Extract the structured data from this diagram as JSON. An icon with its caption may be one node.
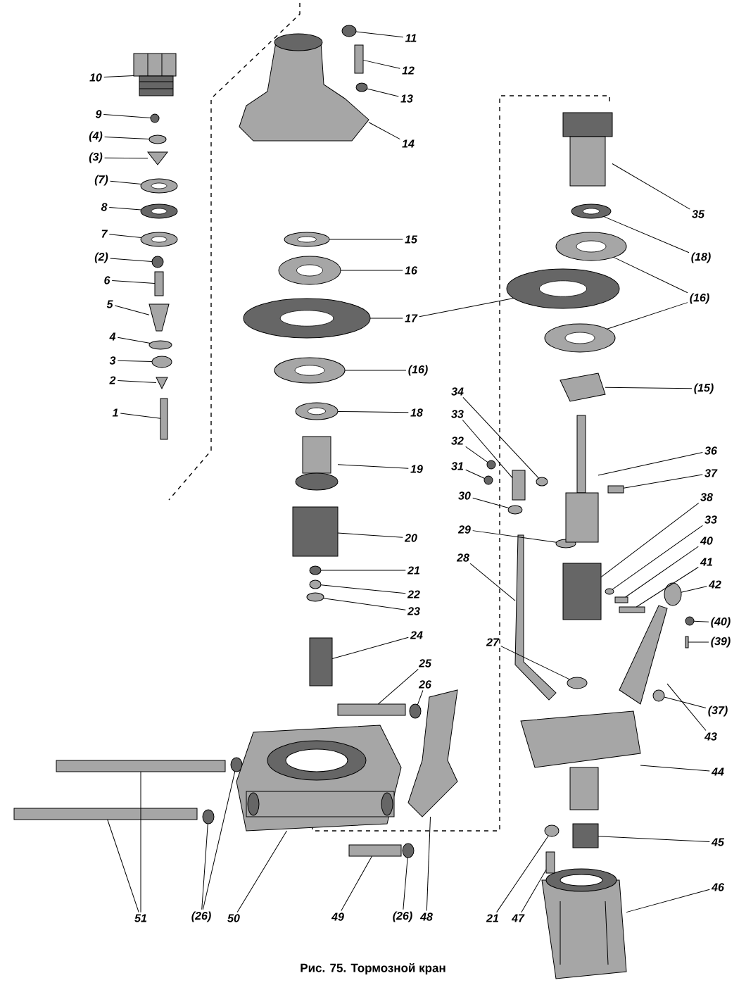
{
  "diagram": {
    "caption": "Рис. 75. Тормозной кран",
    "nodes": [
      {
        "text": [
          "10"
        ]
      },
      {
        "text": [
          "9"
        ]
      },
      {
        "text": [
          "(4)"
        ]
      },
      {
        "text": [
          "(3)"
        ]
      },
      {
        "text": [
          "(7)"
        ]
      },
      {
        "text": [
          "8"
        ]
      },
      {
        "text": [
          "7"
        ]
      },
      {
        "text": [
          "(2)"
        ]
      },
      {
        "text": [
          "6"
        ]
      },
      {
        "text": [
          "5"
        ]
      },
      {
        "text": [
          "4"
        ]
      },
      {
        "text": [
          "3"
        ]
      },
      {
        "text": [
          "2"
        ]
      },
      {
        "text": [
          "1"
        ]
      },
      {
        "text": [
          "11"
        ]
      },
      {
        "text": [
          "12"
        ]
      },
      {
        "text": [
          "13"
        ]
      },
      {
        "text": [
          "14"
        ]
      },
      {
        "text": [
          "15"
        ]
      },
      {
        "text": [
          "16"
        ]
      },
      {
        "text": [
          "17"
        ]
      },
      {
        "text": [
          "(16)"
        ]
      },
      {
        "text": [
          "18"
        ]
      },
      {
        "text": [
          "19"
        ]
      },
      {
        "text": [
          "20"
        ]
      },
      {
        "text": [
          "21"
        ]
      },
      {
        "text": [
          "22"
        ]
      },
      {
        "text": [
          "23"
        ]
      },
      {
        "text": [
          "24"
        ]
      },
      {
        "text": [
          "25"
        ]
      },
      {
        "text": [
          "26"
        ]
      },
      {
        "text": [
          "35"
        ]
      },
      {
        "text": [
          "(18)"
        ]
      },
      {
        "text": [
          "(16)"
        ]
      },
      {
        "text": [
          "(15)"
        ]
      },
      {
        "text": [
          "34"
        ]
      },
      {
        "text": [
          "33"
        ]
      },
      {
        "text": [
          "32"
        ]
      },
      {
        "text": [
          "31"
        ]
      },
      {
        "text": [
          "30"
        ]
      },
      {
        "text": [
          "29"
        ]
      },
      {
        "text": [
          "28"
        ]
      },
      {
        "text": [
          "36"
        ]
      },
      {
        "text": [
          "37"
        ]
      },
      {
        "text": [
          "38"
        ]
      },
      {
        "text": [
          "33"
        ]
      },
      {
        "text": [
          "40"
        ]
      },
      {
        "text": [
          "41"
        ]
      },
      {
        "text": [
          "42"
        ]
      },
      {
        "text": [
          "(40)"
        ]
      },
      {
        "text": [
          "(39)"
        ]
      },
      {
        "text": [
          "27"
        ]
      },
      {
        "text": [
          "(37)"
        ]
      },
      {
        "text": [
          "43"
        ]
      },
      {
        "text": [
          "44"
        ]
      },
      {
        "text": [
          "45"
        ]
      },
      {
        "text": [
          "46"
        ]
      },
      {
        "text": [
          "51"
        ]
      },
      {
        "text": [
          "(26)"
        ]
      },
      {
        "text": [
          "50"
        ]
      },
      {
        "text": [
          "49"
        ]
      },
      {
        "text": [
          "(26)"
        ]
      },
      {
        "text": [
          "48"
        ]
      },
      {
        "text": [
          "21"
        ]
      },
      {
        "text": [
          "47"
        ]
      },
      {
        "text": [],
        "shape": "picture"
      },
      {
        "text": [],
        "shape": "circle"
      },
      {
        "text": [],
        "shape": "circle"
      },
      {
        "text": [],
        "shape": "picture"
      },
      {
        "text": [],
        "shape": "circle"
      },
      {
        "text": [],
        "shape": "circle"
      },
      {
        "text": [],
        "shape": "circle"
      },
      {
        "text": [],
        "shape": "circle"
      },
      {
        "text": [],
        "shape": "box"
      },
      {
        "text": [],
        "shape": "picture"
      },
      {
        "text": [],
        "shape": "circle"
      },
      {
        "text": [],
        "shape": "circle"
      },
      {
        "text": [],
        "shape": "picture"
      },
      {
        "text": [],
        "shape": "box"
      },
      {
        "text": [],
        "shape": "circle"
      },
      {
        "text": [],
        "shape": "box"
      },
      {
        "text": [],
        "shape": "circle"
      },
      {
        "text": [],
        "shape": "picture"
      },
      {
        "text": [],
        "shape": "circle"
      },
      {
        "text": [],
        "shape": "circle"
      },
      {
        "text": [],
        "shape": "circle"
      },
      {
        "text": [],
        "shape": "circle"
      },
      {
        "text": [],
        "shape": "circle"
      },
      {
        "text": [],
        "shape": "circle"
      },
      {
        "text": [],
        "shape": "picture"
      },
      {
        "text": [],
        "shape": "box"
      },
      {
        "text": [],
        "shape": "circle"
      },
      {
        "text": [],
        "shape": "circle"
      },
      {
        "text": [],
        "shape": "circle"
      },
      {
        "text": [],
        "shape": "box"
      },
      {
        "text": [],
        "shape": "box"
      },
      {
        "text": [],
        "shape": "circle"
      },
      {
        "text": [],
        "shape": "picture"
      },
      {
        "text": [],
        "shape": "circle"
      },
      {
        "text": [],
        "shape": "circle"
      },
      {
        "text": [],
        "shape": "circle"
      },
      {
        "text": [],
        "shape": "picture"
      },
      {
        "text": [],
        "shape": "circle"
      },
      {
        "text": [],
        "shape": "box"
      },
      {
        "text": [],
        "shape": "circle"
      },
      {
        "text": [],
        "shape": "circle"
      },
      {
        "text": [],
        "shape": "circle"
      },
      {
        "text": [],
        "shape": "circle"
      },
      {
        "text": [],
        "shape": "picture"
      },
      {
        "text": [],
        "shape": "picture"
      },
      {
        "text": [],
        "shape": "box"
      },
      {
        "text": [],
        "shape": "box"
      },
      {
        "text": [],
        "shape": "circle"
      },
      {
        "text": [],
        "shape": "box"
      },
      {
        "text": [],
        "shape": "box"
      },
      {
        "text": [],
        "shape": "circle"
      },
      {
        "text": [],
        "shape": "circle"
      },
      {
        "text": [],
        "shape": "box"
      },
      {
        "text": [],
        "shape": "circle"
      },
      {
        "text": [],
        "shape": "circle"
      },
      {
        "text": [],
        "shape": "picture"
      },
      {
        "text": [],
        "shape": "picture"
      },
      {
        "text": [],
        "shape": "box"
      },
      {
        "text": [],
        "shape": "picture"
      },
      {
        "text": [],
        "shape": "box"
      },
      {
        "text": [],
        "shape": "box"
      },
      {
        "text": [],
        "shape": "circle"
      },
      {
        "text": [],
        "shape": "circle"
      },
      {
        "text": [],
        "shape": "picture"
      },
      {
        "text": [],
        "shape": "box"
      },
      {
        "text": [],
        "shape": "circle"
      },
      {
        "text": [],
        "shape": "picture"
      },
      {
        "text": [],
        "shape": "circle"
      },
      {
        "text": [],
        "shape": "box"
      }
    ],
    "edges": [
      {
        "from": 0,
        "to": 65,
        "arrow": "none"
      },
      {
        "from": 1,
        "to": 66,
        "arrow": "none"
      },
      {
        "from": 2,
        "to": 67,
        "arrow": "none"
      },
      {
        "from": 3,
        "to": 68,
        "arrow": "none"
      },
      {
        "from": 4,
        "to": 69,
        "arrow": "none"
      },
      {
        "from": 5,
        "to": 70,
        "arrow": "none"
      },
      {
        "from": 6,
        "to": 71,
        "arrow": "none"
      },
      {
        "from": 7,
        "to": 72,
        "arrow": "none"
      },
      {
        "from": 8,
        "to": 73,
        "arrow": "none"
      },
      {
        "from": 9,
        "to": 74,
        "arrow": "none"
      },
      {
        "from": 10,
        "to": 75,
        "arrow": "none"
      },
      {
        "from": 11,
        "to": 76,
        "arrow": "none"
      },
      {
        "from": 12,
        "to": 77,
        "arrow": "none"
      },
      {
        "from": 13,
        "to": 78,
        "arrow": "none"
      },
      {
        "from": 14,
        "to": 79,
        "arrow": "none"
      },
      {
        "from": 15,
        "to": 80,
        "arrow": "none"
      },
      {
        "from": 16,
        "to": 81,
        "arrow": "none"
      },
      {
        "from": 17,
        "to": 82,
        "arrow": "none"
      },
      {
        "from": 18,
        "to": 83,
        "arrow": "none"
      },
      {
        "from": 19,
        "to": 84,
        "arrow": "none"
      },
      {
        "from": 20,
        "to": 85,
        "arrow": "none"
      },
      {
        "from": 20,
        "to": 86,
        "arrow": "none"
      },
      {
        "from": 21,
        "to": 87,
        "arrow": "none"
      },
      {
        "from": 22,
        "to": 88,
        "arrow": "none"
      },
      {
        "from": 23,
        "to": 89,
        "arrow": "none"
      },
      {
        "from": 24,
        "to": 90,
        "arrow": "none"
      },
      {
        "from": 25,
        "to": 91,
        "arrow": "none"
      },
      {
        "from": 26,
        "to": 92,
        "arrow": "none"
      },
      {
        "from": 27,
        "to": 93,
        "arrow": "none"
      },
      {
        "from": 28,
        "to": 94,
        "arrow": "none"
      },
      {
        "from": 29,
        "to": 95,
        "arrow": "none"
      },
      {
        "from": 30,
        "to": 96,
        "arrow": "none"
      },
      {
        "from": 31,
        "to": 97,
        "arrow": "none"
      },
      {
        "from": 32,
        "to": 98,
        "arrow": "none"
      },
      {
        "from": 33,
        "to": 99,
        "arrow": "none"
      },
      {
        "from": 33,
        "to": 100,
        "arrow": "none"
      },
      {
        "from": 34,
        "to": 101,
        "arrow": "none"
      },
      {
        "from": 35,
        "to": 102,
        "arrow": "none"
      },
      {
        "from": 36,
        "to": 103,
        "arrow": "none"
      },
      {
        "from": 37,
        "to": 104,
        "arrow": "none"
      },
      {
        "from": 38,
        "to": 105,
        "arrow": "none"
      },
      {
        "from": 39,
        "to": 106,
        "arrow": "none"
      },
      {
        "from": 40,
        "to": 107,
        "arrow": "none"
      },
      {
        "from": 41,
        "to": 108,
        "arrow": "none"
      },
      {
        "from": 42,
        "to": 109,
        "arrow": "none"
      },
      {
        "from": 43,
        "to": 110,
        "arrow": "none"
      },
      {
        "from": 44,
        "to": 111,
        "arrow": "none"
      },
      {
        "from": 45,
        "to": 112,
        "arrow": "none"
      },
      {
        "from": 46,
        "to": 113,
        "arrow": "none"
      },
      {
        "from": 47,
        "to": 114,
        "arrow": "none"
      },
      {
        "from": 48,
        "to": 115,
        "arrow": "none"
      },
      {
        "from": 49,
        "to": 116,
        "arrow": "none"
      },
      {
        "from": 50,
        "to": 117,
        "arrow": "none"
      },
      {
        "from": 51,
        "to": 118,
        "arrow": "none"
      },
      {
        "from": 52,
        "to": 119,
        "arrow": "none"
      },
      {
        "from": 53,
        "to": 120,
        "arrow": "none"
      },
      {
        "from": 54,
        "to": 121,
        "arrow": "none"
      },
      {
        "from": 55,
        "to": 122,
        "arrow": "none"
      },
      {
        "from": 56,
        "to": 123,
        "arrow": "none"
      },
      {
        "from": 57,
        "to": 124,
        "arrow": "none"
      },
      {
        "from": 57,
        "to": 125,
        "arrow": "none"
      },
      {
        "from": 58,
        "to": 126,
        "arrow": "none"
      },
      {
        "from": 58,
        "to": 127,
        "arrow": "none"
      },
      {
        "from": 59,
        "to": 128,
        "arrow": "none"
      },
      {
        "from": 60,
        "to": 129,
        "arrow": "none"
      },
      {
        "from": 61,
        "to": 130,
        "arrow": "none"
      },
      {
        "from": 62,
        "to": 131,
        "arrow": "none"
      },
      {
        "from": 63,
        "to": 132,
        "arrow": "none"
      },
      {
        "from": 64,
        "to": 133,
        "arrow": "none"
      }
    ]
  }
}
